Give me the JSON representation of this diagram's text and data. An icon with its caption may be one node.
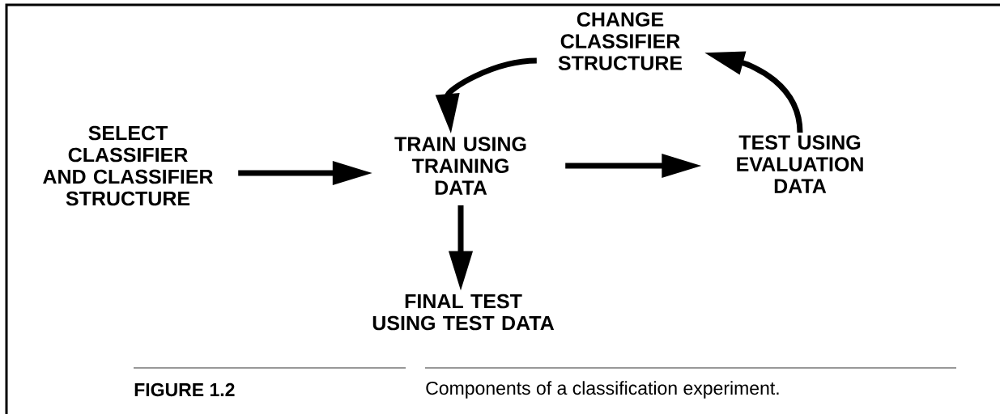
{
  "diagram": {
    "caption": "Components of a classification experiment.",
    "nodes": [
      {
        "text": [
          "SELECT CLASSIFIER AND CLASSIFIER STRUCTURE"
        ]
      },
      {
        "text": [
          "TRAIN USING TRAINING DATA"
        ]
      },
      {
        "text": [
          "TEST USING EVALUATION DATA"
        ]
      },
      {
        "text": [
          "CHANGE CLASSIFIER STRUCTURE"
        ]
      },
      {
        "text": [
          "FINAL TEST USING TEST DATA"
        ]
      }
    ],
    "edges": [
      {
        "from": 0,
        "to": 1,
        "arrow": "to"
      },
      {
        "from": 1,
        "to": 2,
        "arrow": "to"
      },
      {
        "from": 2,
        "to": 3,
        "arrow": "to"
      },
      {
        "from": 3,
        "to": 1,
        "arrow": "to"
      },
      {
        "from": 1,
        "to": 4,
        "arrow": "to"
      }
    ],
    "labels": [
      "FIGURE 1.2"
    ]
  }
}
